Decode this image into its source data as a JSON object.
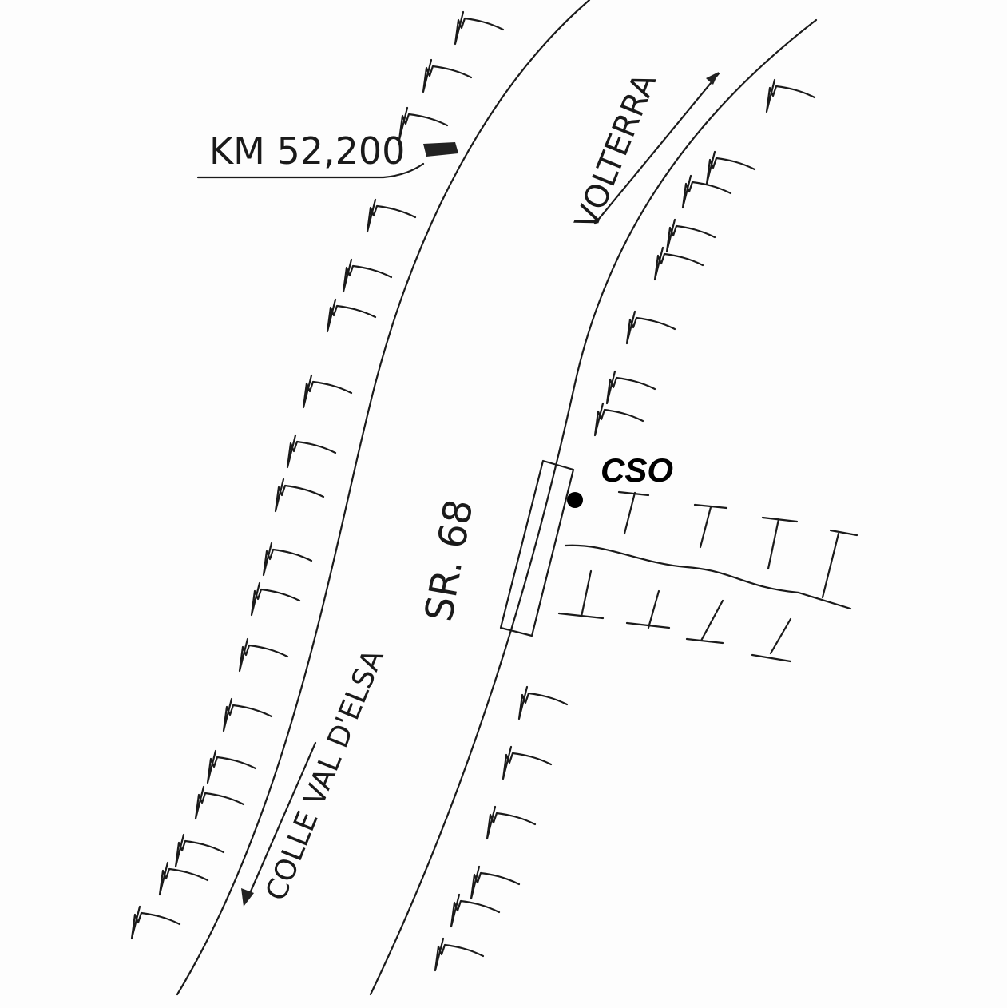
{
  "map": {
    "km_marker_label": "KM 52,200",
    "road_label": "SR. 68",
    "direction_north": "VOLTERRA",
    "direction_south": "COLLE VAL D'ELSA",
    "site_label": "CSO"
  }
}
